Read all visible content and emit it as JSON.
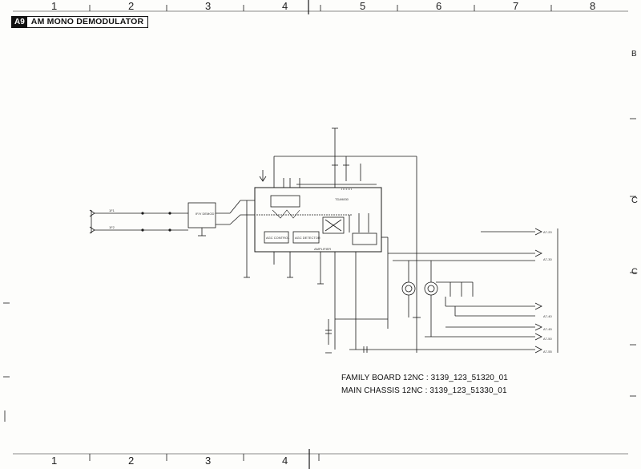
{
  "sheet": {
    "tag": "A9",
    "title": "AM MONO DEMODULATOR",
    "columns": [
      "1",
      "2",
      "3",
      "4",
      "5",
      "6",
      "7",
      "8"
    ],
    "bottom_columns": [
      "1",
      "2",
      "3",
      "4"
    ],
    "right_margin_labels": [
      "B",
      "C",
      "C"
    ]
  },
  "info": {
    "family_board": "FAMILY BOARD 12NC : 3139_123_51320_01",
    "main_chassis": "MAIN CHASSIS 12NC : 3139_123_51330_01"
  },
  "blocks": {
    "main_ic": "TDA9830",
    "saw_filter": "IF/V DEMOD",
    "agc_control": "AGC CONTROL",
    "agc_detector": "AGC DETECTOR",
    "amplifier": "AMPLIFIER"
  },
  "connectors": {
    "left": [
      "1F1",
      "1F2"
    ],
    "right": [
      "A7-20",
      "A7-30",
      "A7-40",
      "A7-45",
      "A7-50",
      "A7-55"
    ]
  },
  "colors": {
    "ink": "#1a1a1a",
    "paper": "#fdfdfb",
    "grid": "#555555"
  }
}
